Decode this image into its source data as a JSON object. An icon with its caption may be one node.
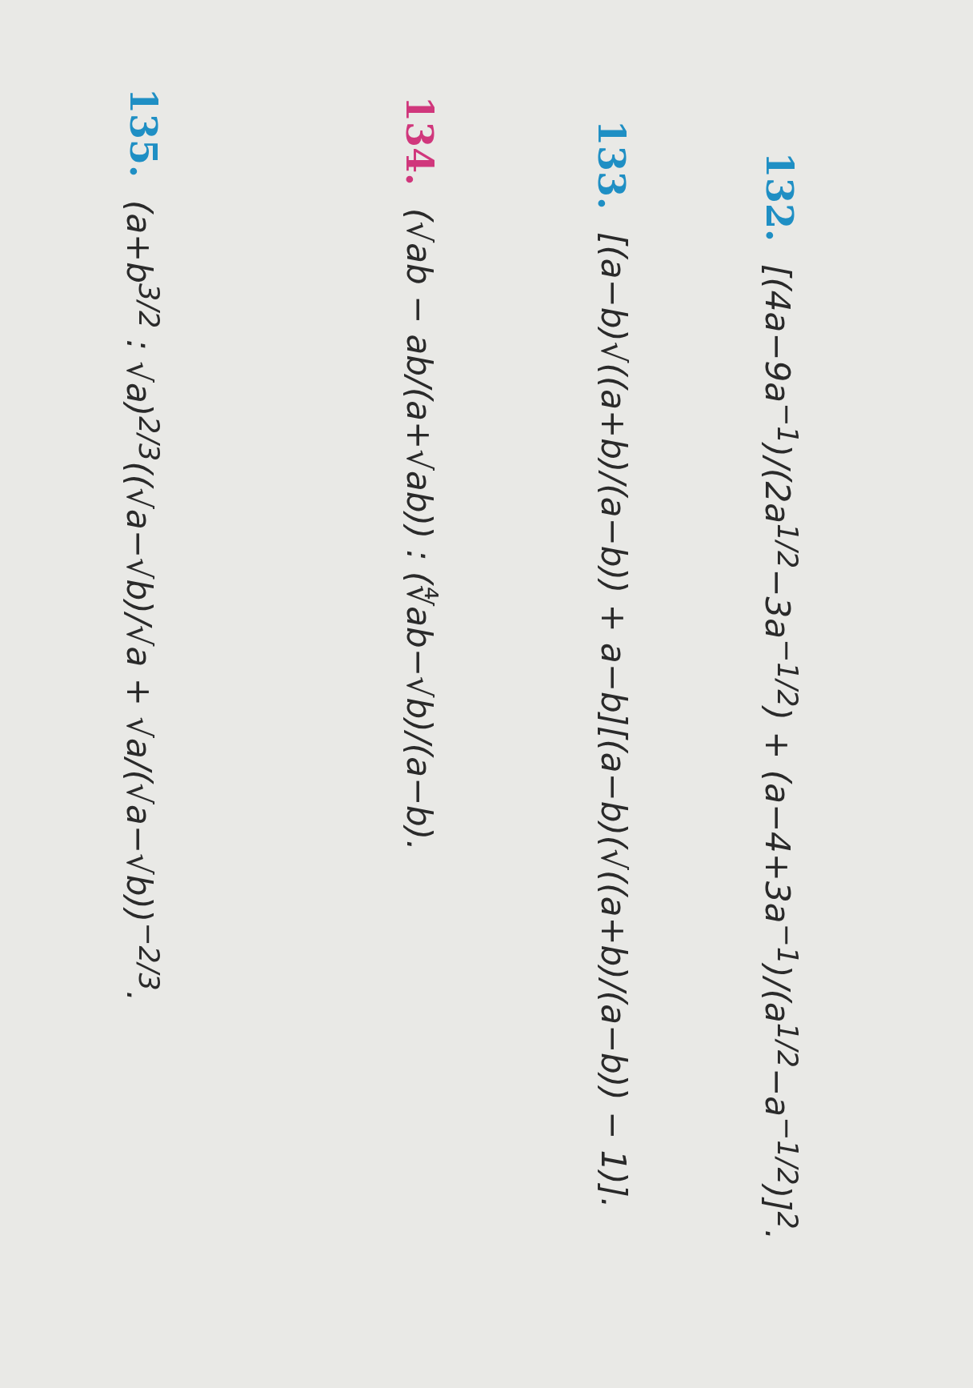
{
  "diagram": {
    "labels": [
      "132.",
      "[(4a−9a$^{−1}$)/(2a$^{1/2}$−3a$^{−1/2}$) + (a−4+3a$^{−1}$)/(a$^{1/2}$−a$^{−1/2}$)]$^{2}$.",
      "133.",
      "[(a−b)√((a+b)/(a−b)) + a−b][(a−b)(√((a+b)/(a−b)) − 1)].",
      "134.",
      "(√ab − ab/(a+√ab)) : (∜ab−√b)/(a−b).",
      "135.",
      "(a+b$^{3/2}$ : √a)$^{2/3}$((√a−√b)/√a + √a/(√a−√b))$^{−2/3}$."
    ]
  }
}
